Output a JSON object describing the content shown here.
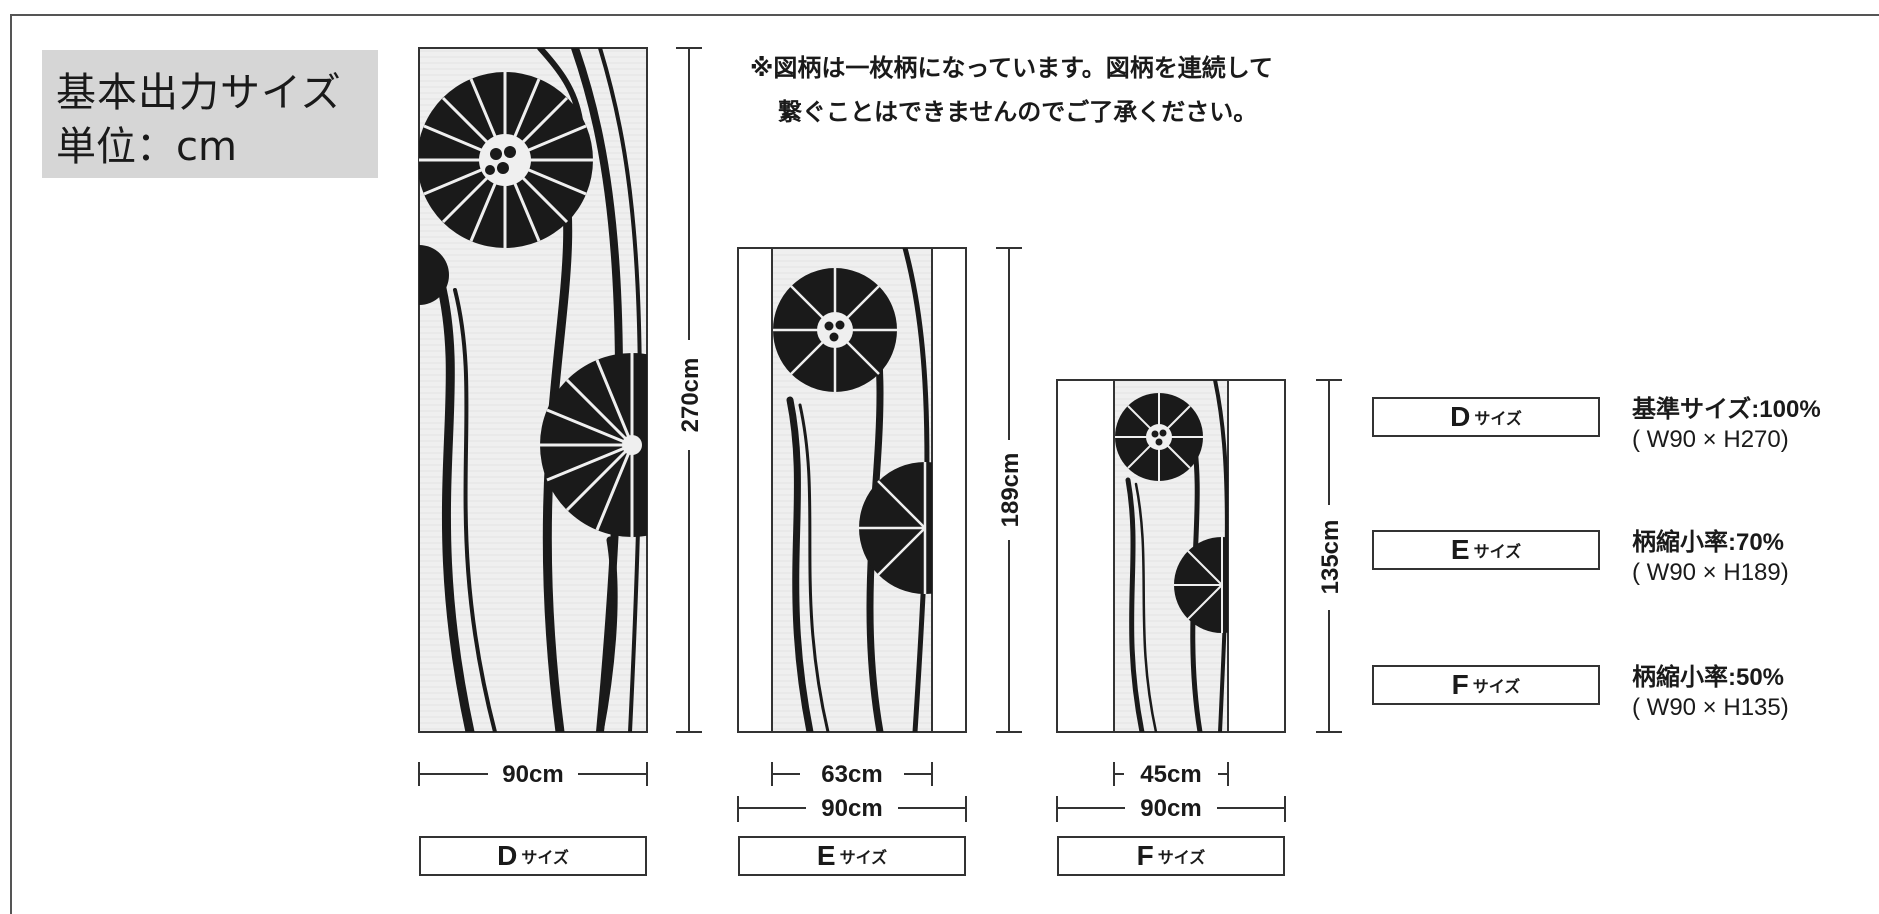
{
  "header": {
    "title": "基本出力サイズ",
    "unit": "単位：cm"
  },
  "note": {
    "line1": "※図柄は一枚柄になっています。図柄を連続して",
    "line2": "繋ぐことはできませんのでご了承ください。"
  },
  "panels": [
    {
      "id": "D",
      "label_letter": "D",
      "label_suffix": "サイズ",
      "height_label": "270cm",
      "width_label": "90cm",
      "inner_width_label": ""
    },
    {
      "id": "E",
      "label_letter": "E",
      "label_suffix": "サイズ",
      "height_label": "189cm",
      "width_label": "90cm",
      "inner_width_label": "63cm"
    },
    {
      "id": "F",
      "label_letter": "F",
      "label_suffix": "サイズ",
      "height_label": "135cm",
      "width_label": "90cm",
      "inner_width_label": "45cm"
    }
  ],
  "scale_list": [
    {
      "label_letter": "D",
      "label_suffix": "サイズ",
      "line1": "基準サイズ:100%",
      "line2": "( W90 × H270)"
    },
    {
      "label_letter": "E",
      "label_suffix": "サイズ",
      "line1": "柄縮小率:70%",
      "line2": "( W90 × H189)"
    },
    {
      "label_letter": "F",
      "label_suffix": "サイズ",
      "line1": "柄縮小率:50%",
      "line2": "( W90 × H135)"
    }
  ],
  "colors": {
    "ink": "#1a1a1a",
    "panel_bg": "#ececec",
    "title_bg": "#d6d6d6"
  }
}
